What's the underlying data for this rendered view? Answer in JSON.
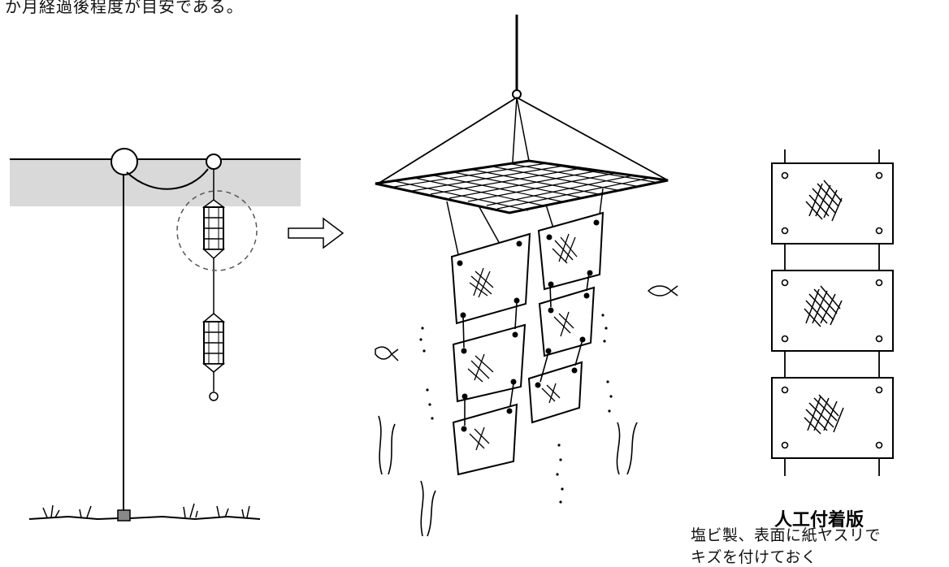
{
  "header": {
    "text": "か月経過後程度が目安である。"
  },
  "caption": {
    "title": "人工付着版",
    "line1": "塩ビ製、表面に紙ヤスリで",
    "line2": "キズを付けておく"
  }
}
